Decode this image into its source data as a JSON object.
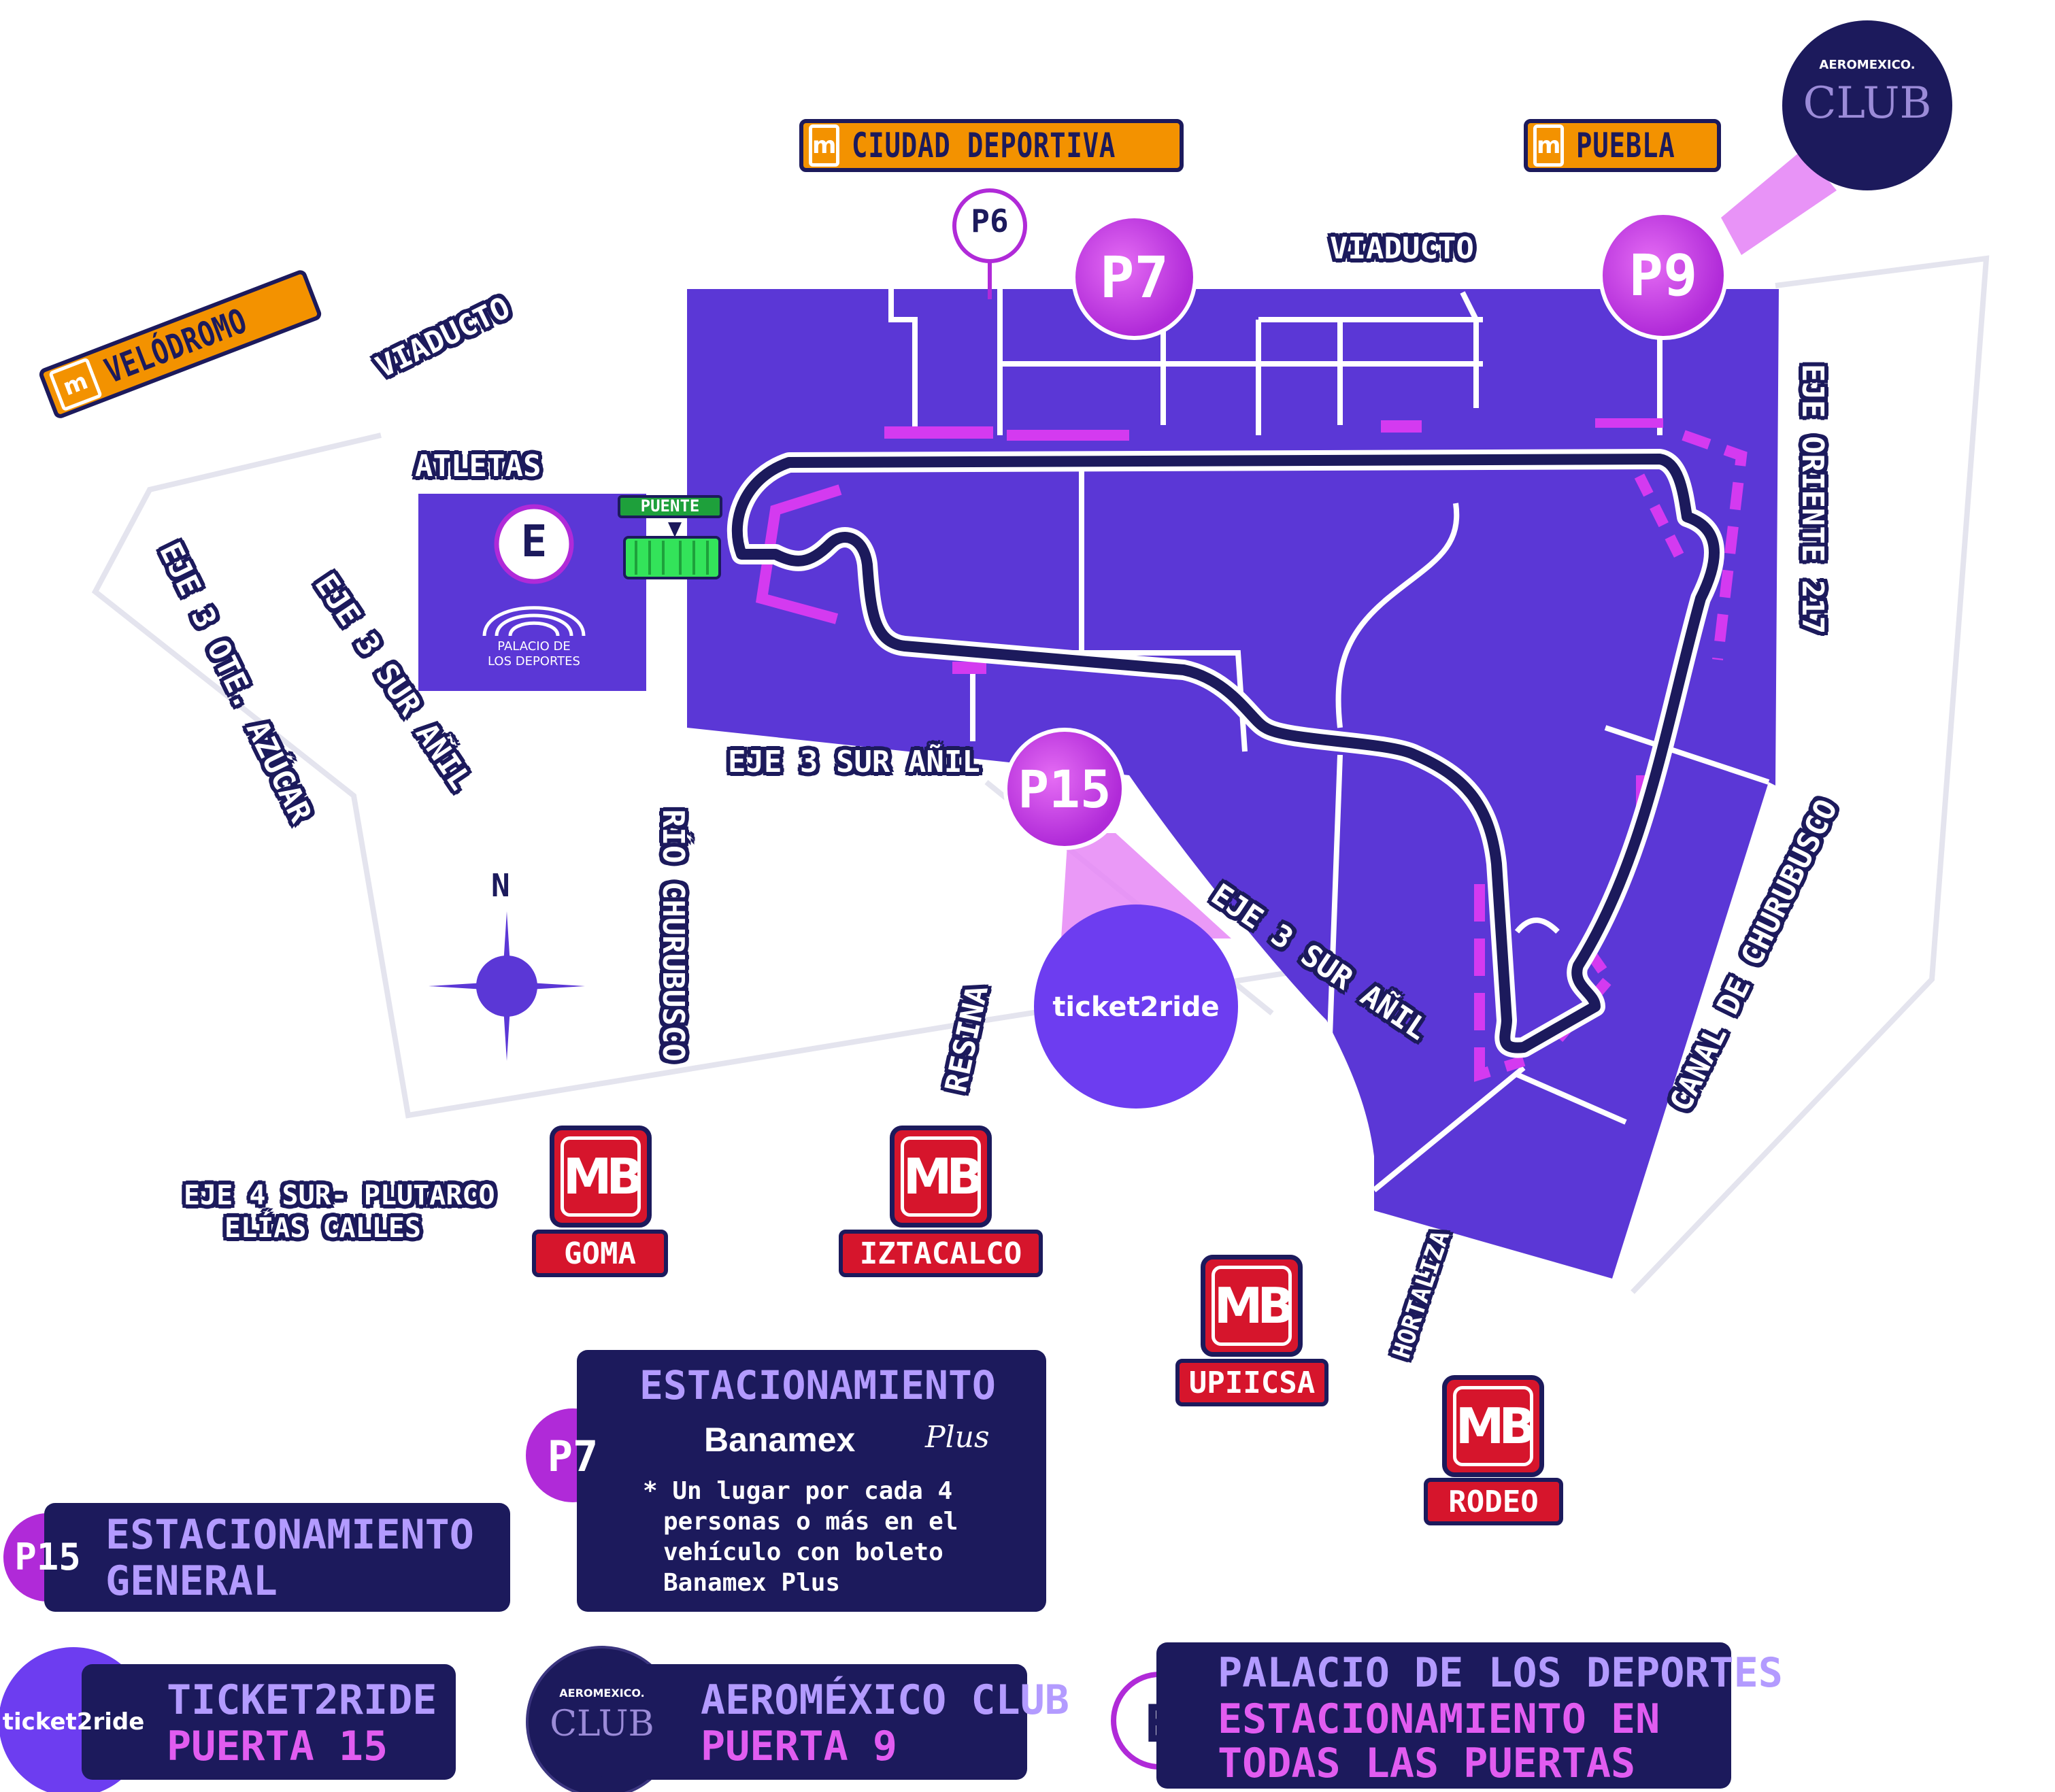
{
  "metro_stations": {
    "ciudad_deportiva": "CIUDAD DEPORTIVA",
    "puebla": "PUEBLA",
    "velodromo": "VELÓDROMO"
  },
  "metro_icon": "metro-logo-icon",
  "metrobus_icon_text": "MB",
  "metrobus_stations": {
    "goma": "GOMA",
    "iztacalco": "IZTACALCO",
    "upiicsa": "UPIICSA",
    "rodeo": "RODEO"
  },
  "streets": {
    "viaducto_top": "VIADUCTO",
    "viaducto_left": "VIADUCTO",
    "atletas": "ATLETAS",
    "eje3_ote_azucar": "EJE 3 OTE. AZÚCAR",
    "eje3_sur_anil_left": "EJE 3 SUR AÑIL",
    "eje3_sur_anil_bottom": "EJE 3 SUR AÑIL",
    "eje3_sur_anil_right": "EJE 3 SUR AÑIL",
    "eje_oriente_217": "EJE ORIENTE 217",
    "rio_churubusco": "RÍO CHURUBUSCO",
    "resina": "RESINA",
    "canal_de_churubusco": "CANAL DE CHURUBUSCO",
    "hortaliza": "HORTALIZA",
    "eje4_line1": "EJE 4 SUR- PLUTARCO",
    "eje4_line2": "ELÍAS CALLES"
  },
  "markers": {
    "p6": "P6",
    "p7": "P7",
    "p9": "P9",
    "p15": "P15",
    "e": "E",
    "puente": "PUENTE",
    "north": "N"
  },
  "venues": {
    "palacio_line1": "PALACIO DE",
    "palacio_line2": "LOS DEPORTES",
    "ticket2ride": "ticket2ride",
    "aeromexico_small": "AEROMEXICO.",
    "club": "CLUB"
  },
  "legend": {
    "p7_box": {
      "badge": "P7",
      "title": "ESTACIONAMIENTO",
      "brand": "Banamex",
      "brand_plus": "Plus",
      "note_line1": "* Un lugar por cada 4",
      "note_line2": "personas o más en el",
      "note_line3": "vehículo con boleto",
      "note_line4": "Banamex Plus"
    },
    "p15_box": {
      "badge": "P15",
      "line1": "ESTACIONAMIENTO",
      "line2": "GENERAL"
    },
    "ticket_box": {
      "logo": "ticket2ride",
      "line1": "TICKET2RIDE",
      "line2": "PUERTA 15"
    },
    "aero_box": {
      "logo_small": "AEROMEXICO.",
      "logo_club": "CLUB",
      "line1": "AEROMÉXICO CLUB",
      "line2": "PUERTA 9"
    },
    "e_box": {
      "badge": "E",
      "line1": "PALACIO DE LOS DEPORTES",
      "line2": "ESTACIONAMIENTO EN",
      "line3": "TODAS LAS PUERTAS"
    }
  },
  "colors": {
    "venue_purple": "#5b37d6",
    "navy": "#1c1a5c",
    "magenta": "#d43af0",
    "metro_orange": "#f39200",
    "metrobus_red": "#d6152c"
  }
}
